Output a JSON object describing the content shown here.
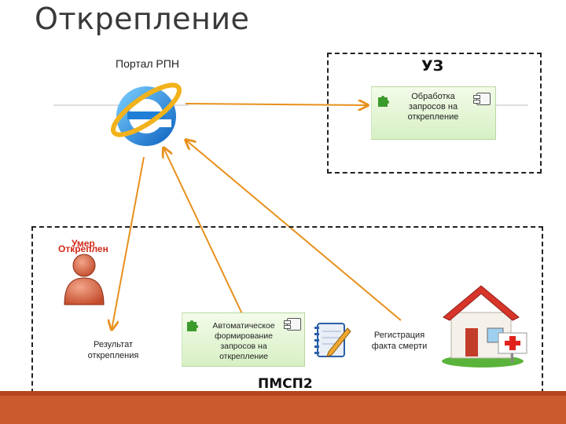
{
  "title": "Открепление",
  "portal": {
    "label": "Портал РПН"
  },
  "uz": {
    "title": "УЗ",
    "component": {
      "lines": [
        "Обработка",
        "запросов на",
        "открепление"
      ]
    }
  },
  "pmsp": {
    "title": "ПМСП2",
    "status_died": "Умер",
    "status_detached": "Откреплен",
    "result_lines": [
      "Результат",
      "открепления"
    ],
    "auto_component": {
      "lines": [
        "Автоматическое",
        "формирование",
        "запросов на",
        "открепление"
      ]
    },
    "death_lines": [
      "Регистрация",
      "факта смерти"
    ]
  },
  "colors": {
    "arrow": "#e8901c",
    "accent": "#cb5a2e",
    "component": "#d7f0c4"
  },
  "icons": [
    "internet-explorer-icon",
    "person-icon",
    "notepad-pencil-icon",
    "hospital-house-icon",
    "puzzle-icon",
    "component-icon"
  ]
}
